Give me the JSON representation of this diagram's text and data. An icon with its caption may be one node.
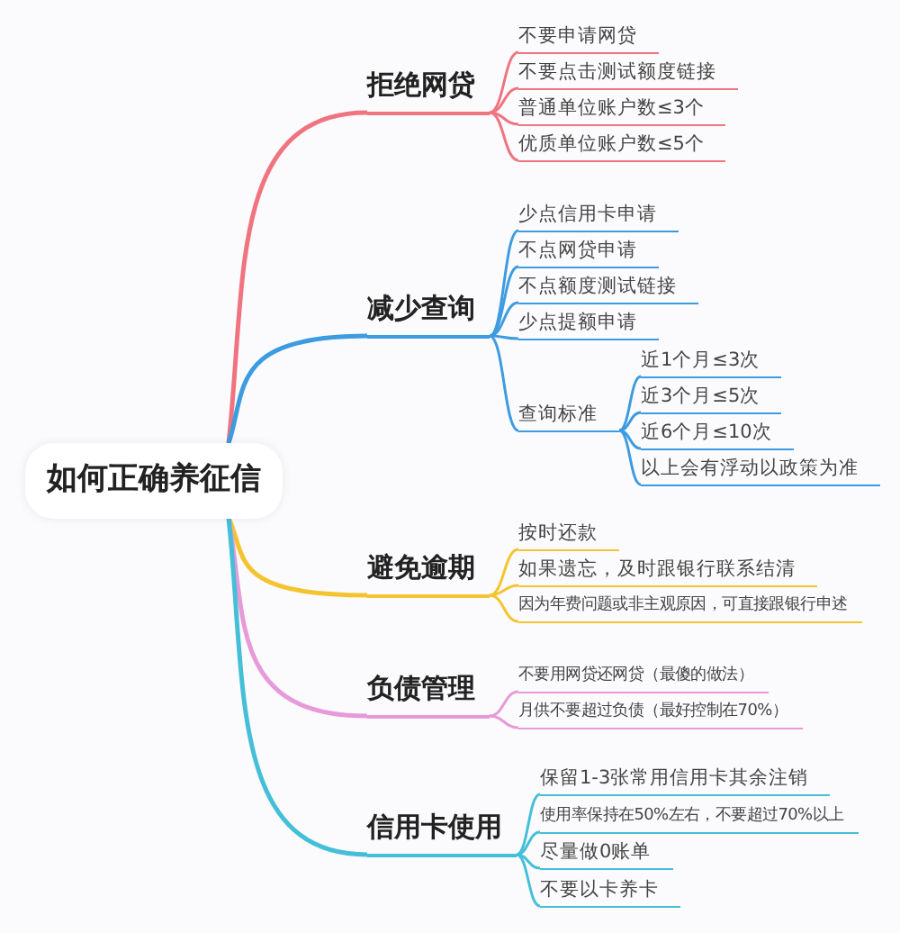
{
  "diagram": {
    "nodes": [
      {
        "text": [
          "如何正确养征信"
        ]
      },
      {
        "text": [
          "拒绝网贷"
        ]
      },
      {
        "text": [
          "不要申请网贷"
        ]
      },
      {
        "text": [
          "不要点击测试额度链接"
        ]
      },
      {
        "text": [
          "普通单位账户数≤3个"
        ]
      },
      {
        "text": [
          "优质单位账户数≤5个"
        ]
      },
      {
        "text": [
          "减少查询"
        ]
      },
      {
        "text": [
          "少点信用卡申请"
        ]
      },
      {
        "text": [
          "不点网贷申请"
        ]
      },
      {
        "text": [
          "不点额度测试链接"
        ]
      },
      {
        "text": [
          "少点提额申请"
        ]
      },
      {
        "text": [
          "查询标准"
        ]
      },
      {
        "text": [
          "近1个月≤3次"
        ]
      },
      {
        "text": [
          "近3个月≤5次"
        ]
      },
      {
        "text": [
          "近6个月≤10次"
        ]
      },
      {
        "text": [
          "以上会有浮动以政策为准"
        ]
      },
      {
        "text": [
          "避免逾期"
        ]
      },
      {
        "text": [
          "按时还款"
        ]
      },
      {
        "text": [
          "如果遗忘，及时跟银行联系结清"
        ]
      },
      {
        "text": [
          "因为年费问题或非主观原因，可直接跟银行申述"
        ]
      },
      {
        "text": [
          "负债管理"
        ]
      },
      {
        "text": [
          "不要用网贷还网贷（最傻的做法）"
        ]
      },
      {
        "text": [
          "月供不要超过负债（最好控制在70%）"
        ]
      },
      {
        "text": [
          "信用卡使用"
        ]
      },
      {
        "text": [
          "保留1-3张常用信用卡其余注销"
        ]
      },
      {
        "text": [
          "使用率保持在50%左右，不要超过70%以上"
        ]
      },
      {
        "text": [
          "尽量做0账单"
        ]
      },
      {
        "text": [
          "不要以卡养卡"
        ]
      }
    ],
    "edges": [
      {
        "from": 0,
        "to": 1,
        "arrow": "none",
        "color": "#f07480"
      },
      {
        "from": 1,
        "to": 2,
        "arrow": "none",
        "color": "#f07480"
      },
      {
        "from": 1,
        "to": 3,
        "arrow": "none",
        "color": "#f07480"
      },
      {
        "from": 1,
        "to": 4,
        "arrow": "none",
        "color": "#f07480"
      },
      {
        "from": 1,
        "to": 5,
        "arrow": "none",
        "color": "#f07480"
      },
      {
        "from": 0,
        "to": 6,
        "arrow": "none",
        "color": "#3d9be0"
      },
      {
        "from": 6,
        "to": 7,
        "arrow": "none",
        "color": "#3d9be0"
      },
      {
        "from": 6,
        "to": 8,
        "arrow": "none",
        "color": "#3d9be0"
      },
      {
        "from": 6,
        "to": 9,
        "arrow": "none",
        "color": "#3d9be0"
      },
      {
        "from": 6,
        "to": 10,
        "arrow": "none",
        "color": "#3d9be0"
      },
      {
        "from": 6,
        "to": 11,
        "arrow": "none",
        "color": "#3d9be0"
      },
      {
        "from": 11,
        "to": 12,
        "arrow": "none",
        "color": "#3d9be0"
      },
      {
        "from": 11,
        "to": 13,
        "arrow": "none",
        "color": "#3d9be0"
      },
      {
        "from": 11,
        "to": 14,
        "arrow": "none",
        "color": "#3d9be0"
      },
      {
        "from": 11,
        "to": 15,
        "arrow": "none",
        "color": "#3d9be0"
      },
      {
        "from": 0,
        "to": 16,
        "arrow": "none",
        "color": "#f4c430"
      },
      {
        "from": 16,
        "to": 17,
        "arrow": "none",
        "color": "#f4c430"
      },
      {
        "from": 16,
        "to": 18,
        "arrow": "none",
        "color": "#f4c430"
      },
      {
        "from": 16,
        "to": 19,
        "arrow": "none",
        "color": "#f4c430"
      },
      {
        "from": 0,
        "to": 20,
        "arrow": "none",
        "color": "#e79ad8"
      },
      {
        "from": 20,
        "to": 21,
        "arrow": "none",
        "color": "#e79ad8"
      },
      {
        "from": 20,
        "to": 22,
        "arrow": "none",
        "color": "#e79ad8"
      },
      {
        "from": 0,
        "to": 23,
        "arrow": "none",
        "color": "#45bfd8"
      },
      {
        "from": 23,
        "to": 24,
        "arrow": "none",
        "color": "#45bfd8"
      },
      {
        "from": 23,
        "to": 25,
        "arrow": "none",
        "color": "#45bfd8"
      },
      {
        "from": 23,
        "to": 26,
        "arrow": "none",
        "color": "#45bfd8"
      },
      {
        "from": 23,
        "to": 27,
        "arrow": "none",
        "color": "#45bfd8"
      }
    ]
  }
}
